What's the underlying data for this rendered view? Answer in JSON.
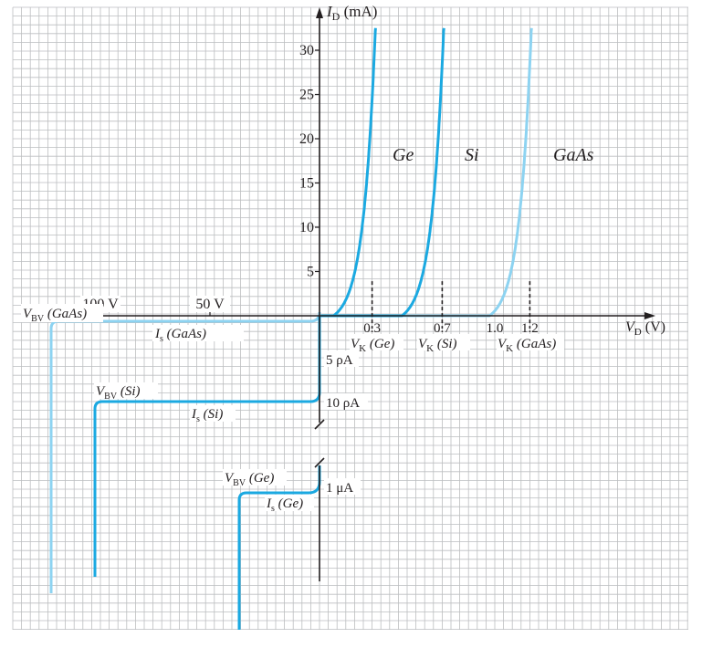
{
  "axes": {
    "y_label_main": "I",
    "y_label_sub": "D",
    "y_label_unit": " (mA)",
    "x_label_main": "V",
    "x_label_sub": "D",
    "x_label_unit": " (V)",
    "y_ticks": [
      {
        "label": "5",
        "value": 5
      },
      {
        "label": "10",
        "value": 10
      },
      {
        "label": "15",
        "value": 15
      },
      {
        "label": "20",
        "value": 20
      },
      {
        "label": "25",
        "value": 25
      },
      {
        "label": "30",
        "value": 30
      }
    ],
    "x_pos_ticks": [
      {
        "label": "0.3",
        "value": 0.3
      },
      {
        "label": "0.7",
        "value": 0.7
      },
      {
        "label": "1.0",
        "value": 1.0
      },
      {
        "label": "1.2",
        "value": 1.2
      }
    ],
    "x_neg_ticks": [
      {
        "label": "100 V",
        "value": -100
      },
      {
        "label": "50 V",
        "value": -50
      }
    ]
  },
  "curve_labels": {
    "ge": "Ge",
    "si": "Si",
    "gaas": "GaAs"
  },
  "knee_labels": {
    "ge": {
      "main": "V",
      "sub": "K",
      "tail": " (Ge)"
    },
    "si": {
      "main": "V",
      "sub": "K",
      "tail": " (Si)"
    },
    "gaas": {
      "main": "V",
      "sub": "K",
      "tail": " (GaAs)"
    }
  },
  "reverse_labels": {
    "vbv_gaas": {
      "main": "V",
      "sub": "BV",
      "tail": " (GaAs)"
    },
    "vbv_si": {
      "main": "V",
      "sub": "BV",
      "tail": " (Si)"
    },
    "vbv_ge": {
      "main": "V",
      "sub": "BV",
      "tail": " (Ge)"
    },
    "is_gaas": {
      "main": "I",
      "sub": "s",
      "tail": " (GaAs)"
    },
    "is_si": {
      "main": "I",
      "sub": "s",
      "tail": " (Si)"
    },
    "is_ge": {
      "main": "I",
      "sub": "s",
      "tail": " (Ge)"
    },
    "current_gaas": "5 ρA",
    "current_si": "10 ρA",
    "current_ge": "1 μA"
  },
  "colors": {
    "ge": "#1ba9e1",
    "si": "#1ba9e1",
    "gaas": "#8dd3f1",
    "axis": "#231f20",
    "grid": "#bcbec0"
  }
}
